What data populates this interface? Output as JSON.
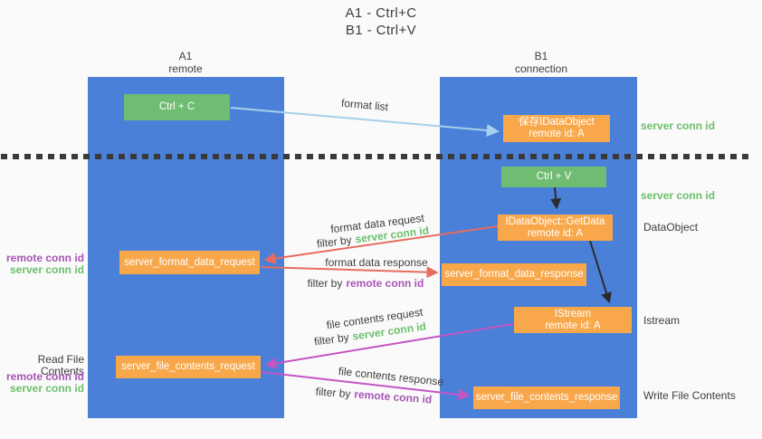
{
  "title": {
    "line1": "A1 - Ctrl+C",
    "line2": "B1 - Ctrl+V"
  },
  "lanes": {
    "left": {
      "name": "A1",
      "role": "remote"
    },
    "right": {
      "name": "B1",
      "role": "connection"
    }
  },
  "nodes": {
    "ctrl_c": {
      "label": "Ctrl + C"
    },
    "save_idataobject": {
      "line1": "保存IDataObject",
      "line2": "remote id: A"
    },
    "ctrl_v": {
      "label": "Ctrl + V"
    },
    "getdata": {
      "line1": "IDataObject::GetData",
      "line2": "remote id: A"
    },
    "server_format_data_request": {
      "label": "server_format_data_request"
    },
    "server_format_data_response": {
      "label": "server_format_data_response"
    },
    "istream": {
      "line1": "IStream",
      "line2": "remote id: A"
    },
    "server_file_contents_request": {
      "label": "server_file_contents_request"
    },
    "server_file_contents_response": {
      "label": "server_file_contents_response"
    }
  },
  "flow_labels": {
    "format_list": "format list",
    "format_data_request": "format data request",
    "format_data_request_filter": {
      "prefix": "filter by",
      "key": "server conn id"
    },
    "format_data_response": "format data response",
    "format_data_response_filter": {
      "prefix": "filter by",
      "key": "remote conn id"
    },
    "file_contents_request": "file contents request",
    "file_contents_request_filter": {
      "prefix": "filter by",
      "key": "server conn id"
    },
    "file_contents_response": "file contents response",
    "file_contents_response_filter": {
      "prefix": "filter by",
      "key": "remote conn id"
    }
  },
  "annotations": {
    "right_server_conn_id_top": "server conn id",
    "right_server_conn_id_mid": "server conn id",
    "right_dataobject": "DataObject",
    "right_istream": "Istream",
    "right_write_file_contents": "Write File Contents",
    "left_remote_conn_id_top": "remote conn id",
    "left_server_conn_id_top": "server conn id",
    "left_read_file_contents": "Read File Contents",
    "left_remote_conn_id_bottom": "remote conn id",
    "left_server_conn_id_bottom": "server conn id"
  },
  "colors": {
    "background": "#fafafa",
    "lane_blue": "#4a80d8",
    "node_green": "#6fbc72",
    "node_orange": "#f8a84b",
    "arrow_red": "#e66c60",
    "arrow_magenta": "#c455c4",
    "arrow_light_blue": "#a6d0ec",
    "arrow_black": "#2b2b2b",
    "dotted_line": "#3a3a3a",
    "text_green": "#6cbf6c",
    "text_purple": "#a855b5",
    "text_dark": "#3d3d3d"
  }
}
